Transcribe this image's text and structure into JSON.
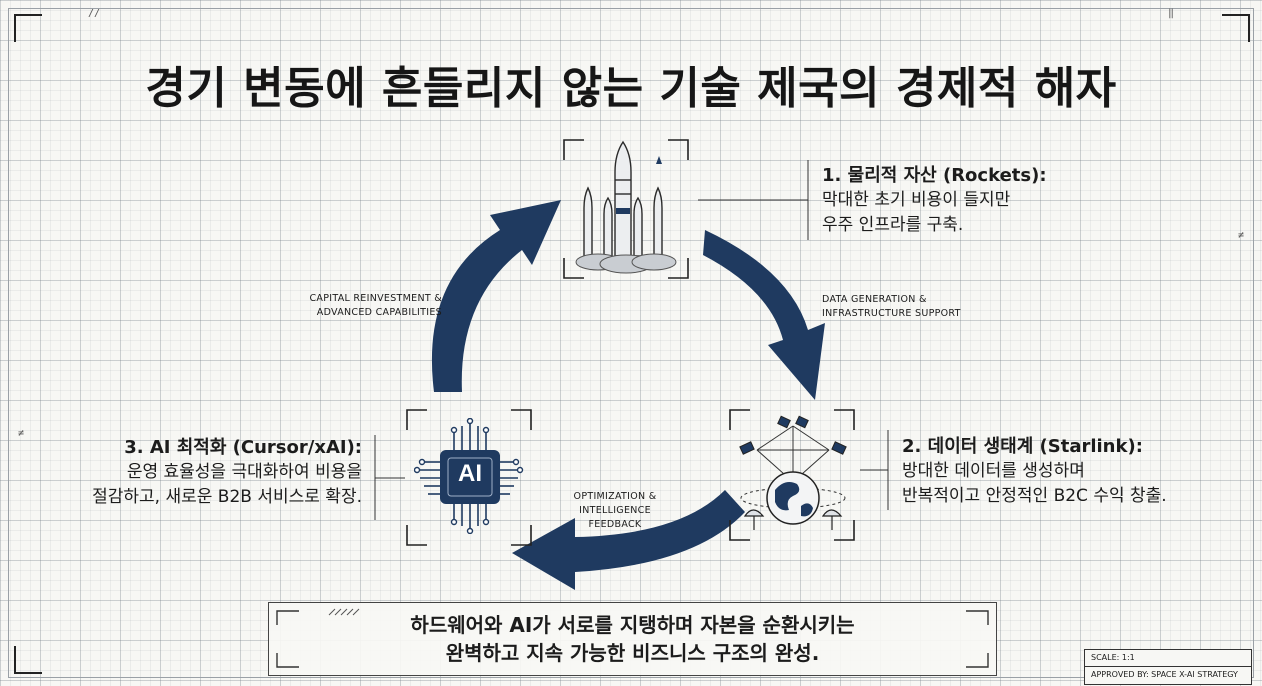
{
  "title": "경기 변동에 흔들리지 않는 기술 제국의 경제적 해자",
  "nodes": {
    "rockets": {
      "heading": "1. 물리적 자산 (Rockets):",
      "lines": [
        "막대한 초기 비용이 들지만",
        "우주 인프라를 구축."
      ],
      "icon": "rocket-launch-icon"
    },
    "starlink": {
      "heading": "2. 데이터 생태계 (Starlink):",
      "lines": [
        "방대한 데이터를 생성하며",
        "반복적이고 안정적인 B2C 수익 창출."
      ],
      "icon": "satellite-globe-icon"
    },
    "ai": {
      "heading": "3. AI 최적화 (Cursor/xAI):",
      "lines": [
        "운영 효율성을 극대화하여 비용을",
        "절감하고, 새로운 B2B 서비스로 확장."
      ],
      "icon": "ai-chip-icon",
      "chip_label": "AI"
    }
  },
  "edges": {
    "rockets_to_starlink": [
      "DATA GENERATION &",
      "INFRASTRUCTURE SUPPORT"
    ],
    "starlink_to_ai": [
      "OPTIMIZATION &",
      "INTELLIGENCE",
      "FEEDBACK"
    ],
    "ai_to_rockets": [
      "CAPITAL REINVESTMENT &",
      "ADVANCED CAPABILITIES"
    ]
  },
  "summary": {
    "line1": "하드웨어와 AI가 서로를 지탱하며 자본을 순환시키는",
    "line2": "완벽하고 지속 가능한 비즈니스 구조의 완성."
  },
  "stamp": {
    "scale": "SCALE: 1:1",
    "approved": "APPROVED BY: SPACE X-AI STRATEGY"
  },
  "colors": {
    "arrow": "#1f3a60",
    "chip": "#1f3a60",
    "ink": "#1c1c1c"
  }
}
